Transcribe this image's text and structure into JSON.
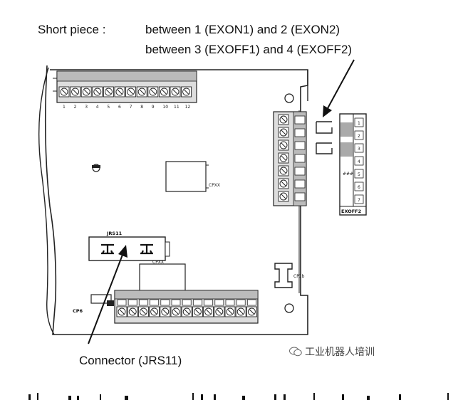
{
  "heading": {
    "short_piece": "Short piece :",
    "line1": "between 1 (EXON1) and 2 (EXON2)",
    "line2": "between 3 (EXOFF1) and 4 (EXOFF2)"
  },
  "board": {
    "top_terminal_numbers": [
      "1",
      "2",
      "3",
      "4",
      "5",
      "6",
      "7",
      "8",
      "9",
      "10",
      "11",
      "12"
    ],
    "jrs11_label": "JRS11",
    "cp6_label": "CP6",
    "u_label": "CP1b"
  },
  "right_connector": {
    "pins": [
      "1",
      "2",
      "3",
      "4",
      "5",
      "6",
      "7"
    ],
    "bottom_tag": "EXOFF2"
  },
  "callout": {
    "connector": "Connector (JRS11)"
  },
  "watermark": {
    "text": "工业机器人培训"
  }
}
